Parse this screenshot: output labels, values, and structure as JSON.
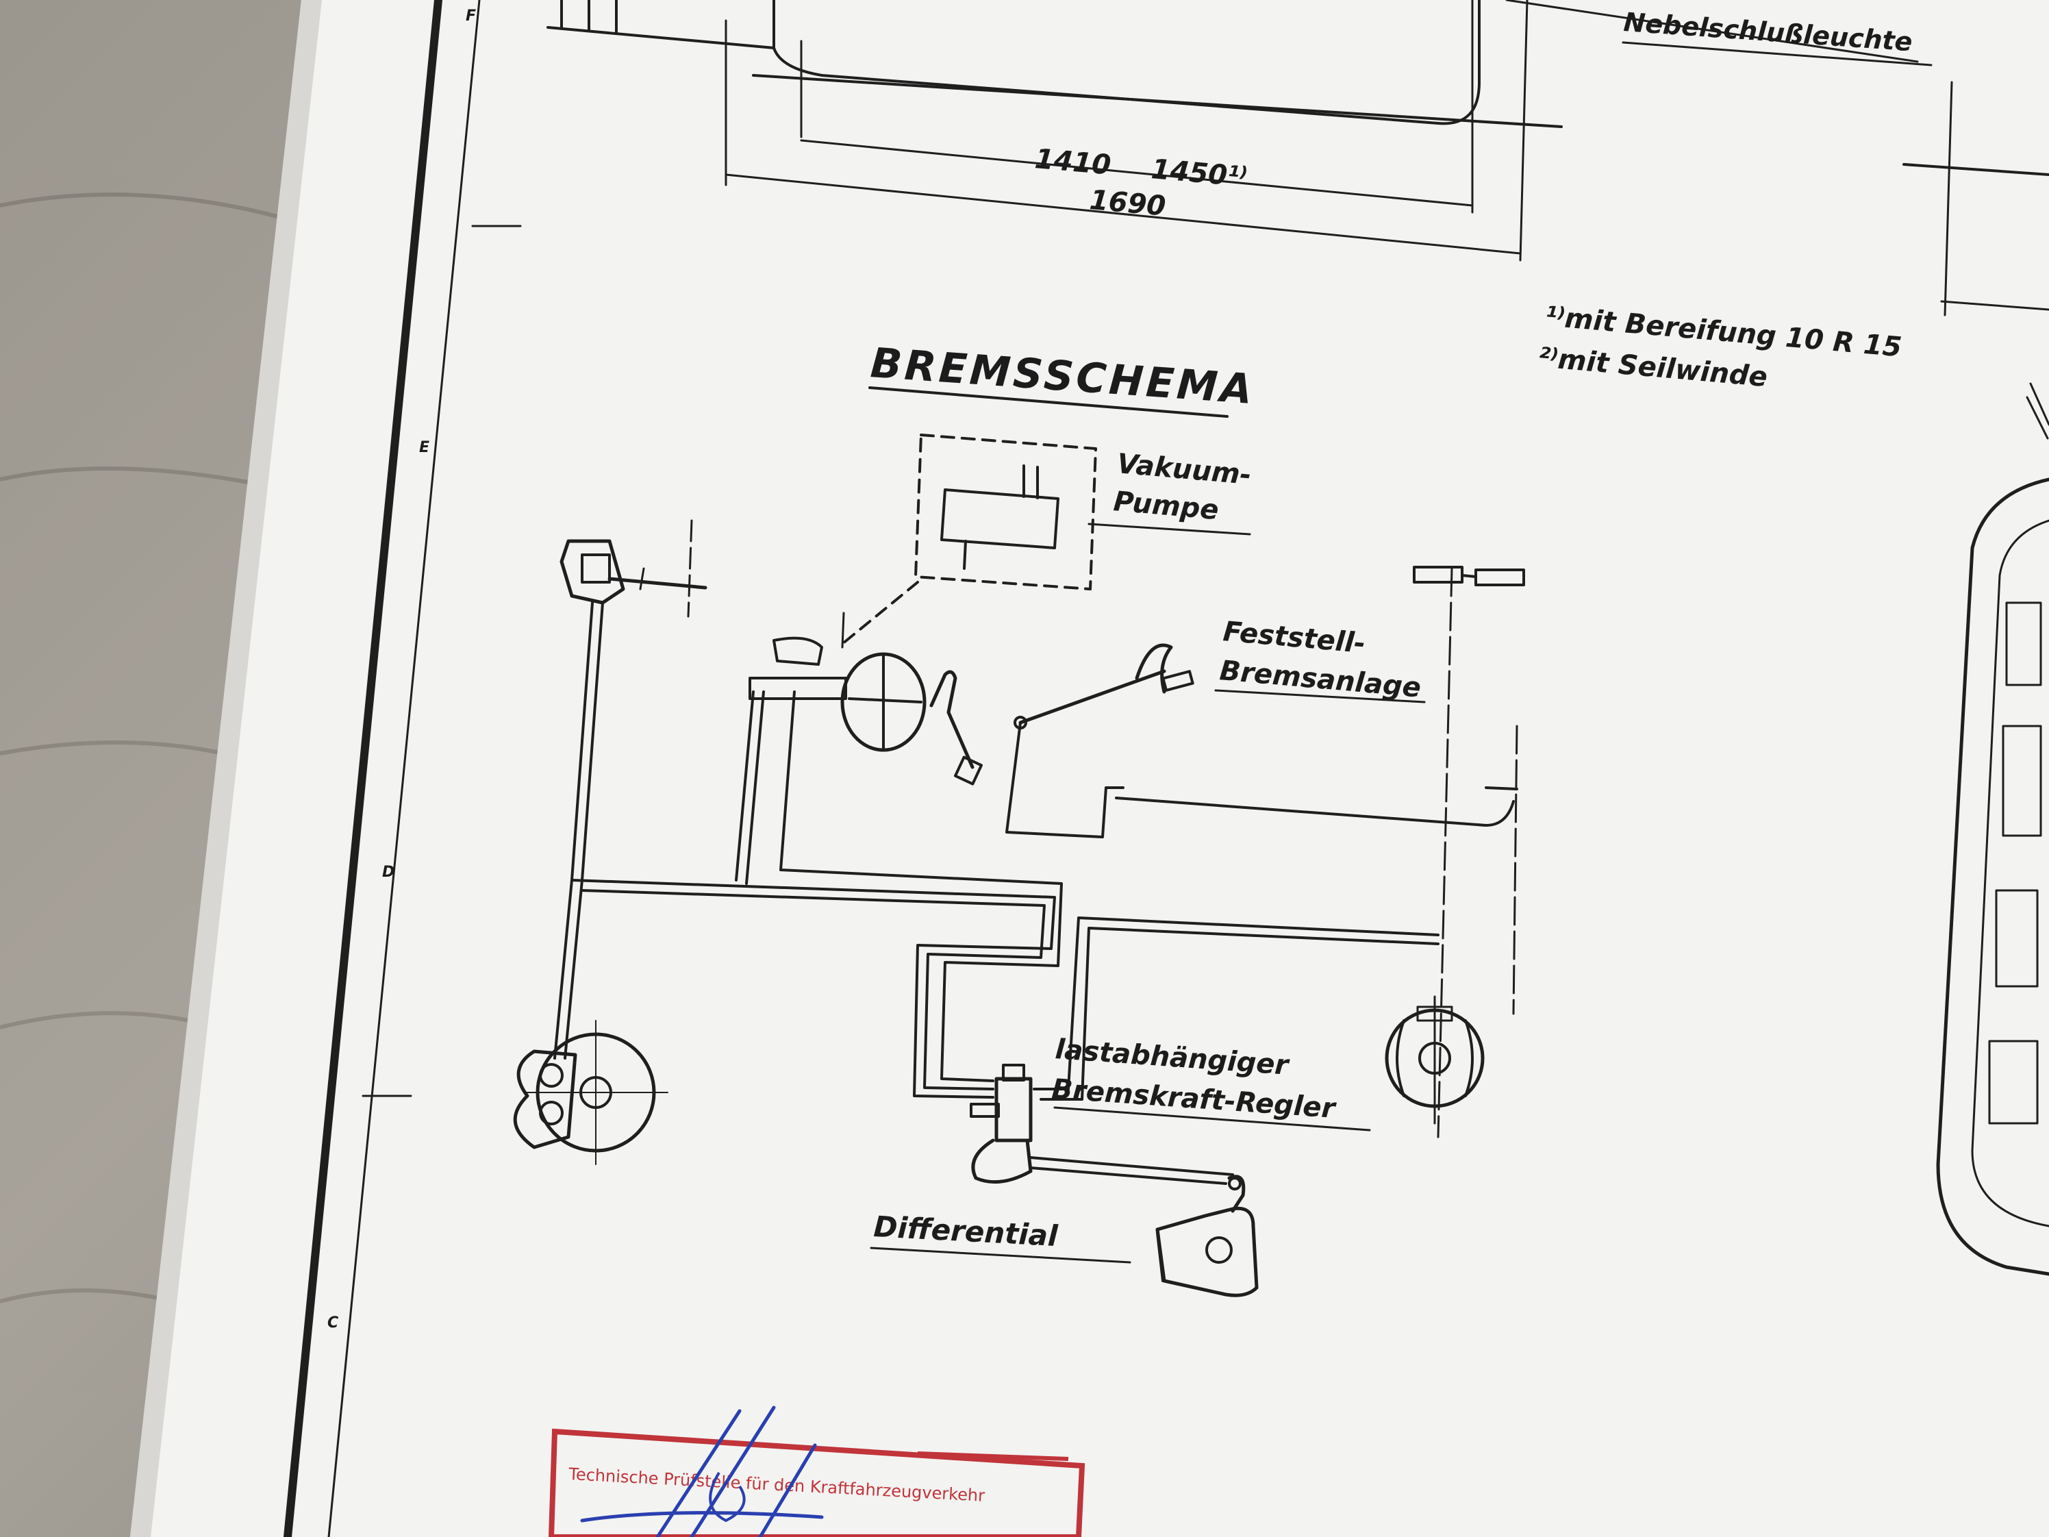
{
  "drawing": {
    "title": "BREMSSCHEMA",
    "labels": {
      "vacuum_pump_line1": "Vakuum-",
      "vacuum_pump_line2": "Pumpe",
      "parking_brake_line1": "Feststell-",
      "parking_brake_line2": "Bremsanlage",
      "regulator_line1": "lastabhängiger",
      "regulator_line2": "Bremskraft-Regler",
      "differential": "Differential",
      "fog_light": "Nebelschlußleuchte"
    },
    "dimensions": {
      "inner": "1410",
      "inner_alt": "1450¹⁾",
      "outer": "1690"
    },
    "footnotes": {
      "note1": "¹⁾mit Bereifung 10 R 15",
      "note2": "²⁾mit Seilwinde"
    },
    "zone_letters": {
      "f": "F",
      "e": "E",
      "d": "D",
      "c": "C"
    },
    "stamp_text": "Technische Prüfstelle für den Kraftfahrzeugverkehr"
  },
  "colors": {
    "paper": "#f3f3f1",
    "ink": "#1c1c1c",
    "stamp": "#c0343a",
    "signature": "#2a3fb0",
    "background": "#8f8a82"
  }
}
